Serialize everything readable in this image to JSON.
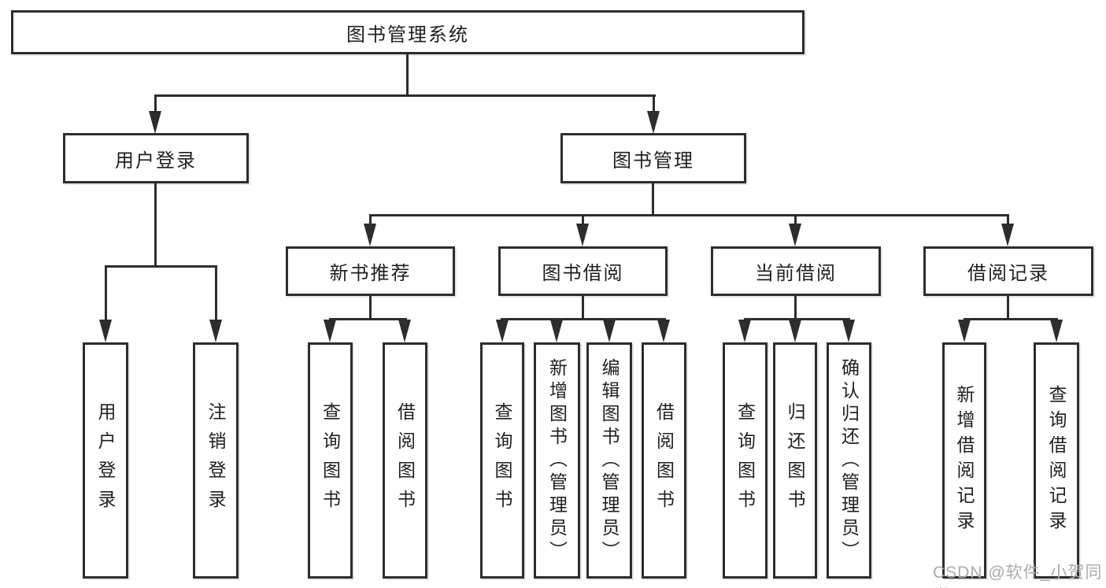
{
  "diagram": {
    "root": {
      "label": "图书管理系统"
    },
    "level1": [
      {
        "id": "user-login",
        "label": "用户登录"
      },
      {
        "id": "book-management",
        "label": "图书管理"
      }
    ],
    "level2": [
      {
        "id": "new-book-recommend",
        "label": "新书推荐"
      },
      {
        "id": "book-borrow",
        "label": "图书借阅"
      },
      {
        "id": "current-borrow",
        "label": "当前借阅"
      },
      {
        "id": "borrow-record",
        "label": "借阅记录"
      }
    ],
    "leaves": [
      {
        "id": "user-login-leaf",
        "label": "用户登录"
      },
      {
        "id": "logout",
        "label": "注销登录"
      },
      {
        "id": "recommend-query-book",
        "label": "查询图书"
      },
      {
        "id": "recommend-borrow-book",
        "label": "借阅图书"
      },
      {
        "id": "borrow-query-book",
        "label": "查询图书"
      },
      {
        "id": "borrow-add-book-admin",
        "label": "新增图书（管理员）"
      },
      {
        "id": "borrow-edit-book-admin",
        "label": "编辑图书（管理员）"
      },
      {
        "id": "borrow-borrow-book",
        "label": "借阅图书"
      },
      {
        "id": "current-query-book",
        "label": "查询图书"
      },
      {
        "id": "current-return-book",
        "label": "归还图书"
      },
      {
        "id": "current-confirm-return-admin",
        "label": "确认归还（管理员）"
      },
      {
        "id": "record-add-borrow-record",
        "label": "新增借阅记录"
      },
      {
        "id": "record-query-borrow-record",
        "label": "查询借阅记录"
      }
    ]
  },
  "watermark": {
    "text": "CSDN @软件_小贺同学"
  },
  "colors": {
    "line": "#2d2d2d",
    "text": "#1f1f1f",
    "background": "#ffffff",
    "watermark": "#ababab"
  }
}
